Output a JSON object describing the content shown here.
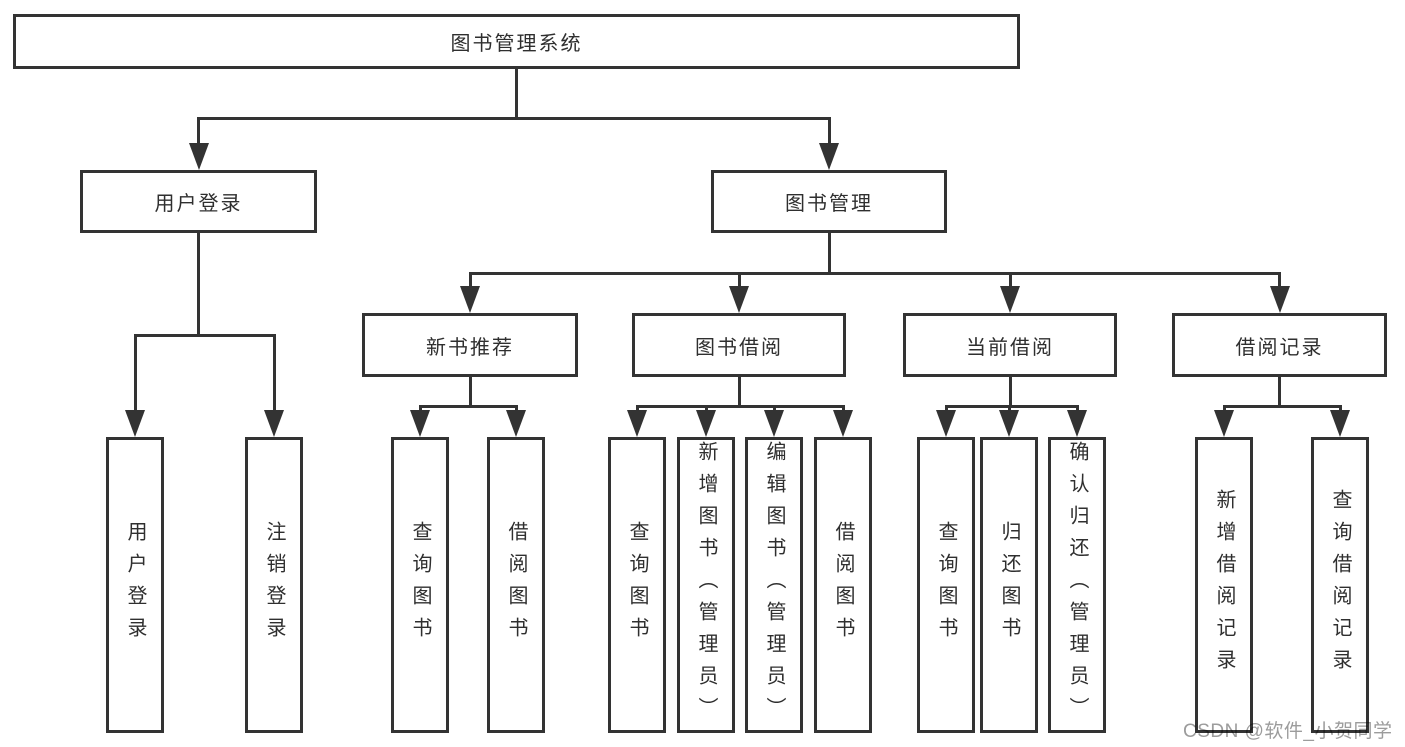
{
  "watermark": "CSDN @软件_小贺同学",
  "colors": {
    "background": "#ffffff",
    "line": "#333333",
    "text": "#2f2f2f",
    "watermark_gray": "#9c9c9c"
  },
  "nodes": [
    {
      "id": "root",
      "label": "图书管理系统",
      "parent": null
    },
    {
      "id": "user-login-group",
      "label": "用户登录",
      "parent": "root"
    },
    {
      "id": "book-mgmt",
      "label": "图书管理",
      "parent": "root"
    },
    {
      "id": "user-login",
      "label": "用户登录",
      "parent": "user-login-group"
    },
    {
      "id": "logout",
      "label": "注销登录",
      "parent": "user-login-group"
    },
    {
      "id": "new-book-rec",
      "label": "新书推荐",
      "parent": "book-mgmt"
    },
    {
      "id": "book-borrow",
      "label": "图书借阅",
      "parent": "book-mgmt"
    },
    {
      "id": "current-borrow",
      "label": "当前借阅",
      "parent": "book-mgmt"
    },
    {
      "id": "borrow-records",
      "label": "借阅记录",
      "parent": "book-mgmt"
    },
    {
      "id": "nbr-query-book",
      "label": "查询图书",
      "parent": "new-book-rec"
    },
    {
      "id": "nbr-borrow-book",
      "label": "借阅图书",
      "parent": "new-book-rec"
    },
    {
      "id": "bb-query-book",
      "label": "查询图书",
      "parent": "book-borrow"
    },
    {
      "id": "bb-add-book",
      "label": "新增图书（管理员）",
      "parent": "book-borrow"
    },
    {
      "id": "bb-edit-book",
      "label": "编辑图书（管理员）",
      "parent": "book-borrow"
    },
    {
      "id": "bb-borrow-book",
      "label": "借阅图书",
      "parent": "book-borrow"
    },
    {
      "id": "cb-query-book",
      "label": "查询图书",
      "parent": "current-borrow"
    },
    {
      "id": "cb-return-book",
      "label": "归还图书",
      "parent": "current-borrow"
    },
    {
      "id": "cb-confirm-return",
      "label": "确认归还（管理员）",
      "parent": "current-borrow"
    },
    {
      "id": "br-add-record",
      "label": "新增借阅记录",
      "parent": "borrow-records"
    },
    {
      "id": "br-query-record",
      "label": "查询借阅记录",
      "parent": "borrow-records"
    }
  ]
}
